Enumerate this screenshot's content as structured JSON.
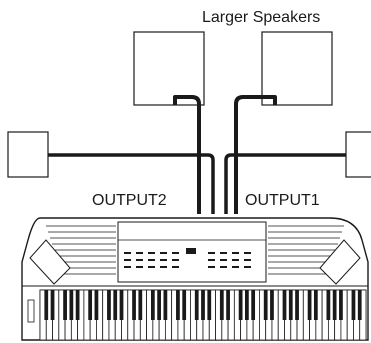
{
  "labels": {
    "top": "Larger  Speakers",
    "output2": "OUTPUT2",
    "output1": "OUTPUT1"
  },
  "colors": {
    "line": "#1a1a1a",
    "background": "#ffffff"
  },
  "keyboard": {
    "white_keys": 52
  }
}
